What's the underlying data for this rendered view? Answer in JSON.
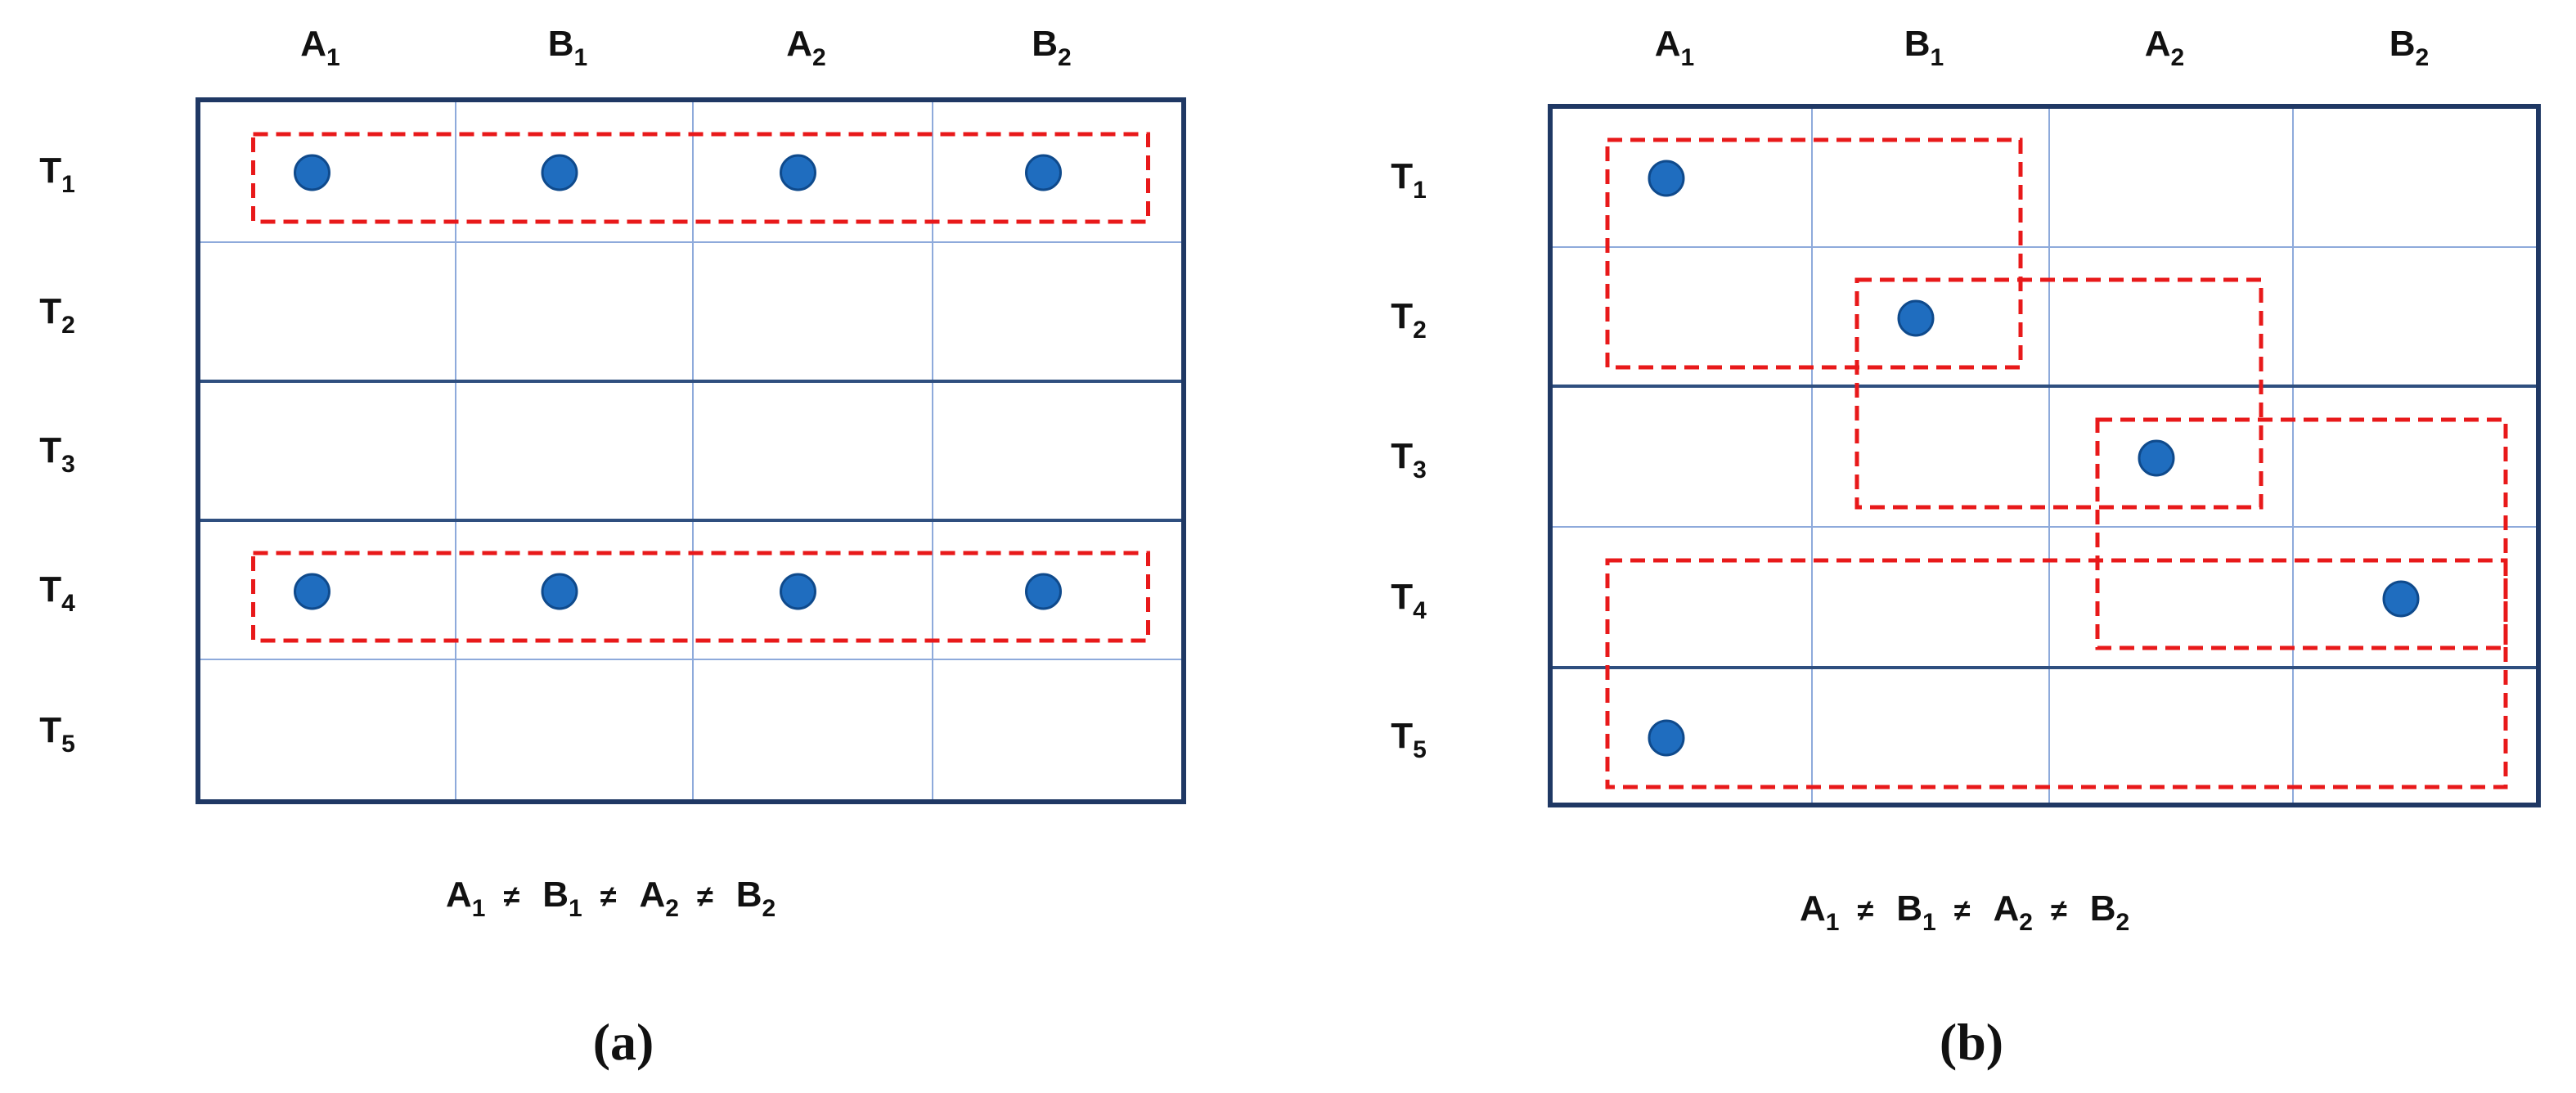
{
  "colors": {
    "frame": "#1f3864",
    "thin_grid": "#8eaadb",
    "thick_grid": "#2f4f7f",
    "dot_fill": "#1f6dbf",
    "dot_stroke": "#0f4a8c",
    "group_box": "#e8191a"
  },
  "panels": [
    {
      "caption": "(a)",
      "col_headers": [
        {
          "base": "A",
          "sub": "1"
        },
        {
          "base": "B",
          "sub": "1"
        },
        {
          "base": "A",
          "sub": "2"
        },
        {
          "base": "B",
          "sub": "2"
        }
      ],
      "row_headers": [
        {
          "base": "T",
          "sub": "1"
        },
        {
          "base": "T",
          "sub": "2"
        },
        {
          "base": "T",
          "sub": "3"
        },
        {
          "base": "T",
          "sub": "4"
        },
        {
          "base": "T",
          "sub": "5"
        }
      ],
      "thick_row_lines_after": [
        2,
        3
      ],
      "dots": [
        {
          "row": 1,
          "col": 1
        },
        {
          "row": 1,
          "col": 2
        },
        {
          "row": 1,
          "col": 3
        },
        {
          "row": 1,
          "col": 4
        },
        {
          "row": 4,
          "col": 1
        },
        {
          "row": 4,
          "col": 2
        },
        {
          "row": 4,
          "col": 3
        },
        {
          "row": 4,
          "col": 4
        }
      ],
      "groups": [
        {
          "rows": [
            1,
            1
          ],
          "cols": [
            1,
            4
          ]
        },
        {
          "rows": [
            4,
            4
          ],
          "cols": [
            1,
            4
          ]
        }
      ],
      "formula": [
        {
          "base": "A",
          "sub": "1"
        },
        {
          "sym": "≠"
        },
        {
          "base": "B",
          "sub": "1"
        },
        {
          "sym": "≠"
        },
        {
          "base": "A",
          "sub": "2"
        },
        {
          "sym": "≠"
        },
        {
          "base": "B",
          "sub": "2"
        }
      ]
    },
    {
      "caption": "(b)",
      "col_headers": [
        {
          "base": "A",
          "sub": "1"
        },
        {
          "base": "B",
          "sub": "1"
        },
        {
          "base": "A",
          "sub": "2"
        },
        {
          "base": "B",
          "sub": "2"
        }
      ],
      "row_headers": [
        {
          "base": "T",
          "sub": "1"
        },
        {
          "base": "T",
          "sub": "2"
        },
        {
          "base": "T",
          "sub": "3"
        },
        {
          "base": "T",
          "sub": "4"
        },
        {
          "base": "T",
          "sub": "5"
        }
      ],
      "thick_row_lines_after": [
        2,
        4
      ],
      "dots": [
        {
          "row": 1,
          "col": 1
        },
        {
          "row": 2,
          "col": 2
        },
        {
          "row": 3,
          "col": 3
        },
        {
          "row": 4,
          "col": 4
        },
        {
          "row": 5,
          "col": 1
        }
      ],
      "groups": [
        {
          "rows": [
            1,
            2
          ],
          "cols": [
            1,
            2
          ]
        },
        {
          "rows": [
            2,
            3
          ],
          "cols": [
            2,
            3
          ]
        },
        {
          "rows": [
            3,
            4
          ],
          "cols": [
            3,
            4
          ]
        },
        {
          "rows": [
            4,
            5
          ],
          "cols": [
            1,
            4
          ]
        }
      ],
      "formula": [
        {
          "base": "A",
          "sub": "1"
        },
        {
          "sym": "≠"
        },
        {
          "base": "B",
          "sub": "1"
        },
        {
          "sym": "≠"
        },
        {
          "base": "A",
          "sub": "2"
        },
        {
          "sym": "≠"
        },
        {
          "base": "B",
          "sub": "2"
        }
      ]
    }
  ]
}
